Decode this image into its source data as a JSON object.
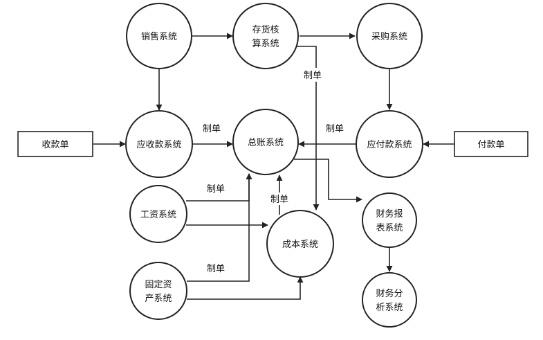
{
  "nodes": {
    "sales": {
      "lines": [
        "销售系统"
      ]
    },
    "inventory": {
      "lines": [
        "存货核",
        "算系统"
      ]
    },
    "purchase": {
      "lines": [
        "采购系统"
      ]
    },
    "receivable": {
      "lines": [
        "应收款系统"
      ]
    },
    "ledger": {
      "lines": [
        "总账系统"
      ]
    },
    "payable": {
      "lines": [
        "应付款系统"
      ]
    },
    "payroll": {
      "lines": [
        "工资系统"
      ]
    },
    "cost": {
      "lines": [
        "成本系统"
      ]
    },
    "reports": {
      "lines": [
        "财务报",
        "表系统"
      ]
    },
    "fixed_assets": {
      "lines": [
        "固定资",
        "产系统"
      ]
    },
    "analysis": {
      "lines": [
        "财务分",
        "析系统"
      ]
    },
    "receipt_doc": {
      "lines": [
        "收款单"
      ]
    },
    "payment_doc": {
      "lines": [
        "付款单"
      ]
    }
  },
  "edge_labels": {
    "receivable_to_ledger": "制单",
    "payable_to_ledger": "制单",
    "inventory_to_cost": "制单",
    "payroll_to_ledger": "制单",
    "cost_to_ledger": "制单",
    "fixed_assets_to_ledger": "制单"
  },
  "colors": {
    "line": "#222222",
    "fill": "#ffffff",
    "text": "#111111"
  }
}
